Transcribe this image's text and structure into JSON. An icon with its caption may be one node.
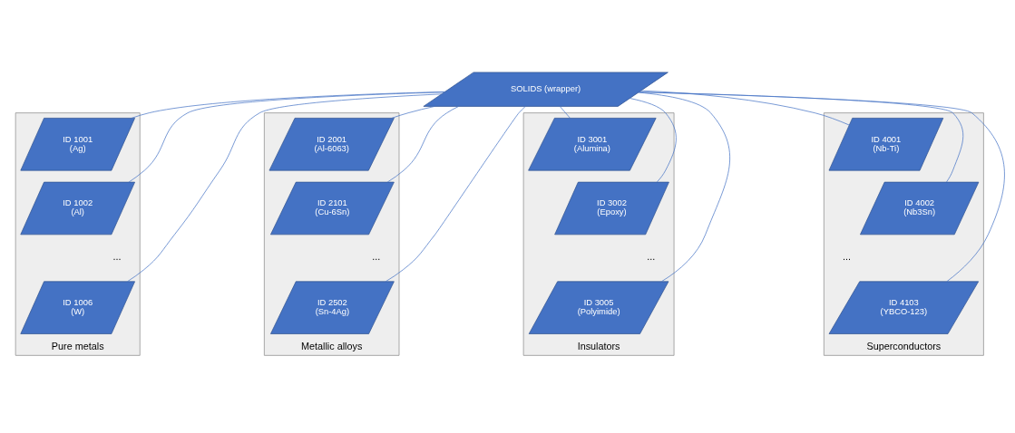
{
  "diagram": {
    "nodes": [
      {
        "text": [
          "SOLIDS (wrapper)"
        ]
      },
      {
        "text": [
          "Pure metals"
        ]
      },
      {
        "text": [
          "ID 1001 (Ag)"
        ],
        "in": 1
      },
      {
        "text": [
          "ID 1002 (Al)"
        ],
        "in": 1
      },
      {
        "text": [
          "ID 1006 (W)"
        ],
        "in": 1
      },
      {
        "text": [
          "Metallic alloys"
        ]
      },
      {
        "text": [
          "ID 2001 (Al-6063)"
        ],
        "in": 5
      },
      {
        "text": [
          "ID 2101 (Cu-6Sn)"
        ],
        "in": 5
      },
      {
        "text": [
          "ID 2502 (Sn-4Ag)"
        ],
        "in": 5
      },
      {
        "text": [
          "Insulators"
        ]
      },
      {
        "text": [
          "ID 3001 (Alumina)"
        ],
        "in": 9
      },
      {
        "text": [
          "ID 3002 (Epoxy)"
        ],
        "in": 9
      },
      {
        "text": [
          "ID 3005 (Polyimide)"
        ],
        "in": 9
      },
      {
        "text": [
          "Superconductors"
        ]
      },
      {
        "text": [
          "ID 4001 (Nb-Ti)"
        ],
        "in": 13
      },
      {
        "text": [
          "ID 4002 (Nb3Sn)"
        ],
        "in": 13
      },
      {
        "text": [
          "ID 4103 (YBCO-123)"
        ],
        "in": 13
      }
    ],
    "edges": [
      {
        "from": 0,
        "to": 2,
        "arrow": "none"
      },
      {
        "from": 0,
        "to": 3,
        "arrow": "none"
      },
      {
        "from": 0,
        "to": 4,
        "arrow": "none"
      },
      {
        "from": 0,
        "to": 6,
        "arrow": "none"
      },
      {
        "from": 0,
        "to": 7,
        "arrow": "none"
      },
      {
        "from": 0,
        "to": 8,
        "arrow": "none"
      },
      {
        "from": 0,
        "to": 10,
        "arrow": "none"
      },
      {
        "from": 0,
        "to": 11,
        "arrow": "none"
      },
      {
        "from": 0,
        "to": 12,
        "arrow": "none"
      },
      {
        "from": 0,
        "to": 14,
        "arrow": "none"
      },
      {
        "from": 0,
        "to": 15,
        "arrow": "none"
      },
      {
        "from": 0,
        "to": 16,
        "arrow": "none"
      }
    ],
    "labels": [
      "...",
      "...",
      "...",
      "..."
    ]
  }
}
